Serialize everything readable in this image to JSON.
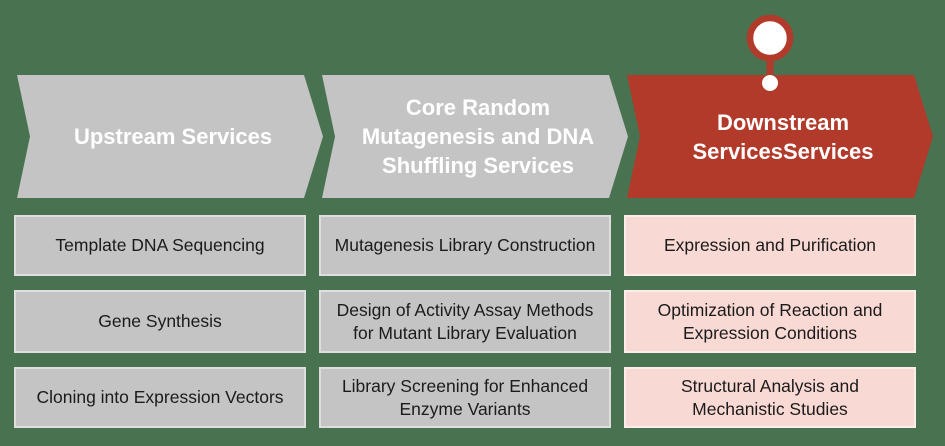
{
  "colors": {
    "background": "#487250",
    "gray_fill": "#c4c4c4",
    "gray_box_border": "#dedede",
    "red_fill": "#b13a2a",
    "pink_fill": "#f9d9d4",
    "pink_box_border": "#fcedea",
    "header_text": "#ffffff",
    "box_text": "#1b1b1b",
    "pin_ring": "#b13a2a",
    "pin_fill": "#ffffff"
  },
  "columns": [
    {
      "header": {
        "label": "Upstream Services"
      },
      "items": [
        {
          "label": "Template DNA Sequencing"
        },
        {
          "label": "Gene Synthesis"
        },
        {
          "label": "Cloning into Expression Vectors"
        }
      ]
    },
    {
      "header": {
        "label": "Core Random Mutagenesis and DNA Shuffling Services"
      },
      "items": [
        {
          "label": "Mutagenesis Library Construction"
        },
        {
          "label": "Design of Activity Assay Methods for Mutant Library Evaluation"
        },
        {
          "label": "Library Screening for Enhanced Enzyme Variants"
        }
      ]
    },
    {
      "header": {
        "label": "Downstream ServicesServices"
      },
      "marker": {
        "icon": "location-pin-icon"
      },
      "items": [
        {
          "label": "Expression and Purification"
        },
        {
          "label": "Optimization of Reaction and Expression Conditions"
        },
        {
          "label": "Structural Analysis and Mechanistic Studies"
        }
      ]
    }
  ]
}
